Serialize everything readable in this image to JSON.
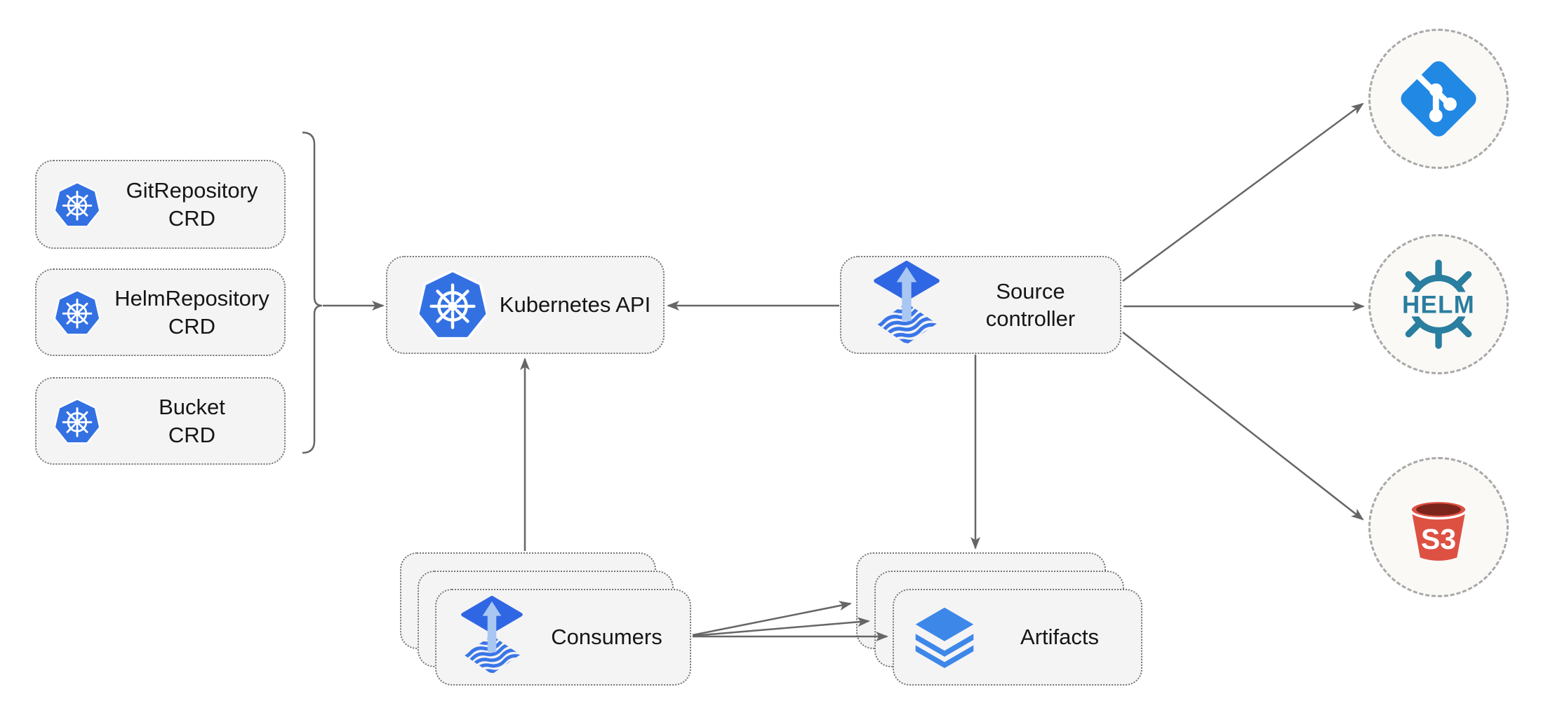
{
  "diagram_type": "architecture-diagram",
  "nodes": {
    "crds": [
      {
        "line1": "GitRepository",
        "line2": "CRD",
        "icon": "kubernetes-icon"
      },
      {
        "line1": "HelmRepository",
        "line2": "CRD",
        "icon": "kubernetes-icon"
      },
      {
        "line1": "Bucket",
        "line2": "CRD",
        "icon": "kubernetes-icon"
      }
    ],
    "kubernetes_api": {
      "label": "Kubernetes API",
      "icon": "kubernetes-icon"
    },
    "source_controller": {
      "line1": "Source",
      "line2": "controller",
      "icon": "flux-icon"
    },
    "consumers": {
      "label": "Consumers",
      "icon": "flux-icon",
      "stacked": 3
    },
    "artifacts": {
      "label": "Artifacts",
      "icon": "layers-icon",
      "stacked": 3
    },
    "git": {
      "icon": "git-icon"
    },
    "helm": {
      "icon": "helm-icon",
      "label": "HELM"
    },
    "s3": {
      "icon": "s3-bucket-icon",
      "label": "S3"
    }
  },
  "connectors": [
    {
      "from": "crd-group-bracket",
      "to": "kubernetes-api",
      "arrow": true
    },
    {
      "from": "source-controller",
      "to": "kubernetes-api",
      "arrow": true
    },
    {
      "from": "consumers",
      "to": "kubernetes-api",
      "arrow": true
    },
    {
      "from": "source-controller",
      "to": "artifacts",
      "arrow": true
    },
    {
      "from": "source-controller",
      "to": "git",
      "arrow": true
    },
    {
      "from": "source-controller",
      "to": "helm",
      "arrow": true
    },
    {
      "from": "source-controller",
      "to": "s3",
      "arrow": true
    },
    {
      "from": "consumers",
      "to": "artifacts",
      "arrow": true,
      "count": 3
    }
  ],
  "colors": {
    "background": "#ffffff",
    "node_fill": "#f5f4f4",
    "node_border": "#767676",
    "circle_fill": "#faf9f6",
    "circle_border": "#a8a8a8",
    "connector": "#666666",
    "text": "#161616",
    "kubernetes_blue": "#3371e3",
    "flux_blue": "#2f66e3",
    "flux_arrow_light": "#a9c7f3",
    "flux_wave_blue": "#3a76e8",
    "git_blue": "#2188e4",
    "helm_teal": "#2a7e9f",
    "s3_red": "#dd5143",
    "s3_dark": "#7b241c",
    "layers_blue": "#3d87e9"
  }
}
